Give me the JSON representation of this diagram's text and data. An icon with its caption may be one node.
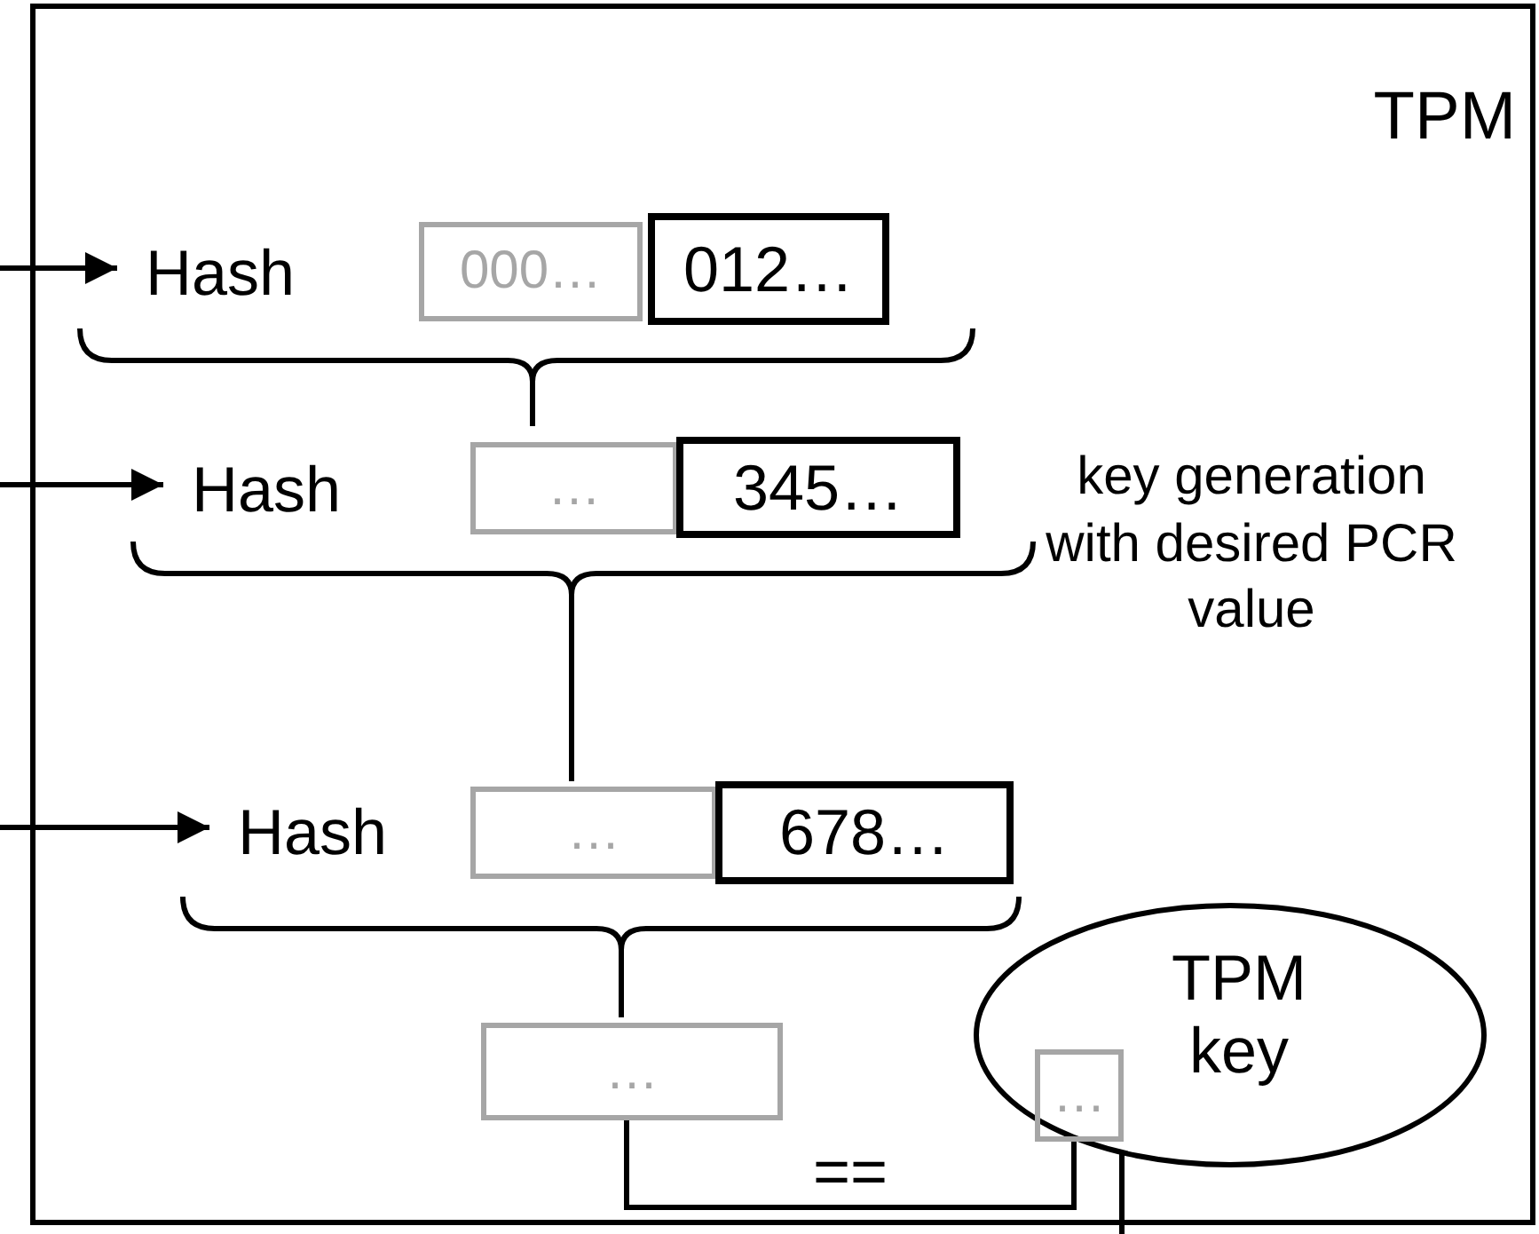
{
  "diagram": {
    "nodes": [
      {
        "text": [
          "TPM"
        ]
      },
      {
        "text": [
          "Hash"
        ],
        "in": 0
      },
      {
        "text": [
          "000…"
        ],
        "in": 0
      },
      {
        "text": [
          "012…"
        ],
        "in": 0
      },
      {
        "text": [
          "Hash"
        ],
        "in": 0
      },
      {
        "text": [
          "…"
        ],
        "in": 0
      },
      {
        "text": [
          "345…"
        ],
        "in": 0
      },
      {
        "text": [
          "Hash"
        ],
        "in": 0
      },
      {
        "text": [
          "…"
        ],
        "in": 0
      },
      {
        "text": [
          "678…"
        ],
        "in": 0
      },
      {
        "text": [
          "…"
        ],
        "in": 0
      },
      {
        "text": [
          "TPM key"
        ],
        "in": 0
      },
      {
        "text": [
          "…"
        ],
        "in": 11
      }
    ],
    "edges": [
      {
        "from": null,
        "to": 1,
        "arrow": "to"
      },
      {
        "from": null,
        "to": 4,
        "arrow": "to"
      },
      {
        "from": null,
        "to": 7,
        "arrow": "to"
      },
      {
        "from": 10,
        "to": 12,
        "arrow": "none",
        "label": "=="
      },
      {
        "from": 11,
        "to": null,
        "arrow": "none"
      }
    ],
    "labels": [
      "key generation with desired PCR value"
    ]
  }
}
